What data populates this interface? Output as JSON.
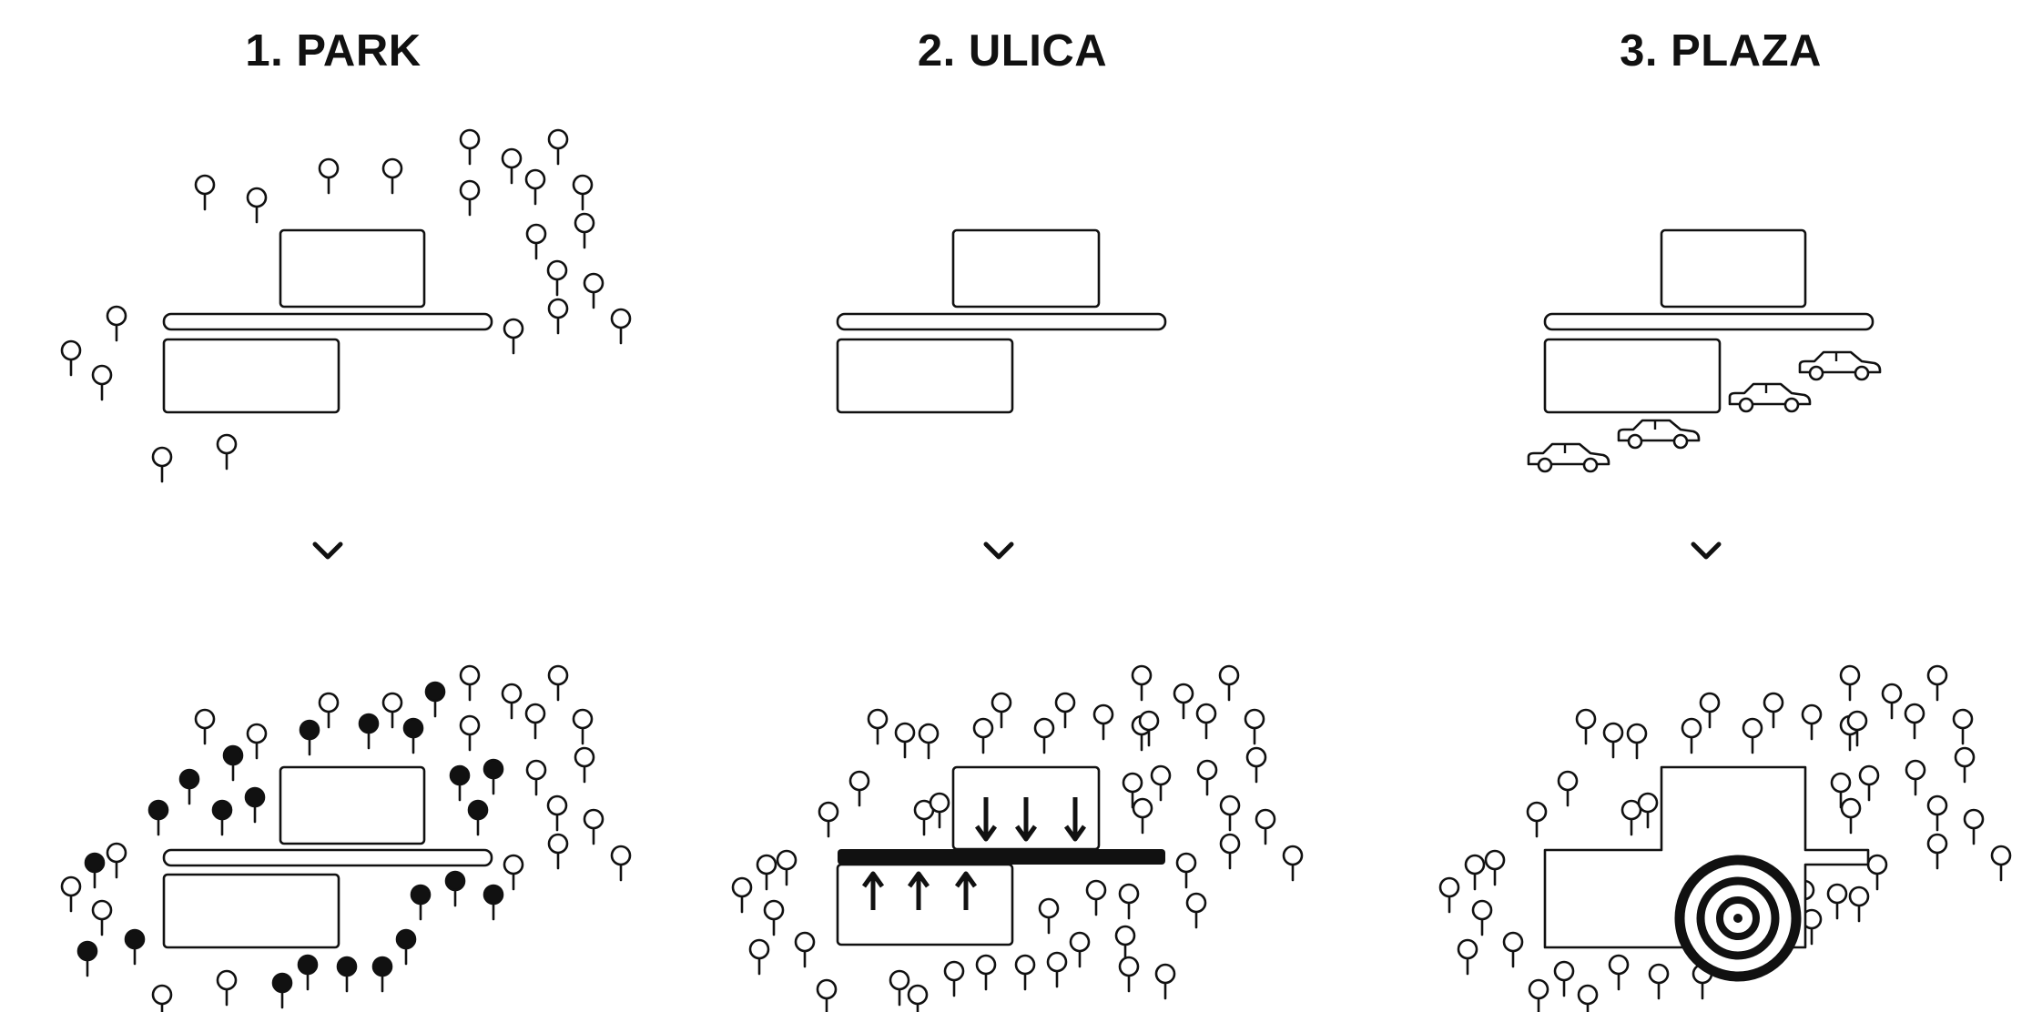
{
  "panels": [
    {
      "title": "1. PARK"
    },
    {
      "title": "2. ULICA"
    },
    {
      "title": "3. PLAZA"
    }
  ],
  "icons": {
    "tree": "pin-tree-icon",
    "tree_dark": "filled-tree-icon",
    "car": "car-icon",
    "arrow_down": "down-arrow-icon",
    "arrow_up": "up-arrow-icon",
    "transition": "chevron-down-icon",
    "target": "target-icon"
  },
  "colors": {
    "ink": "#111111",
    "background": "#ffffff"
  }
}
